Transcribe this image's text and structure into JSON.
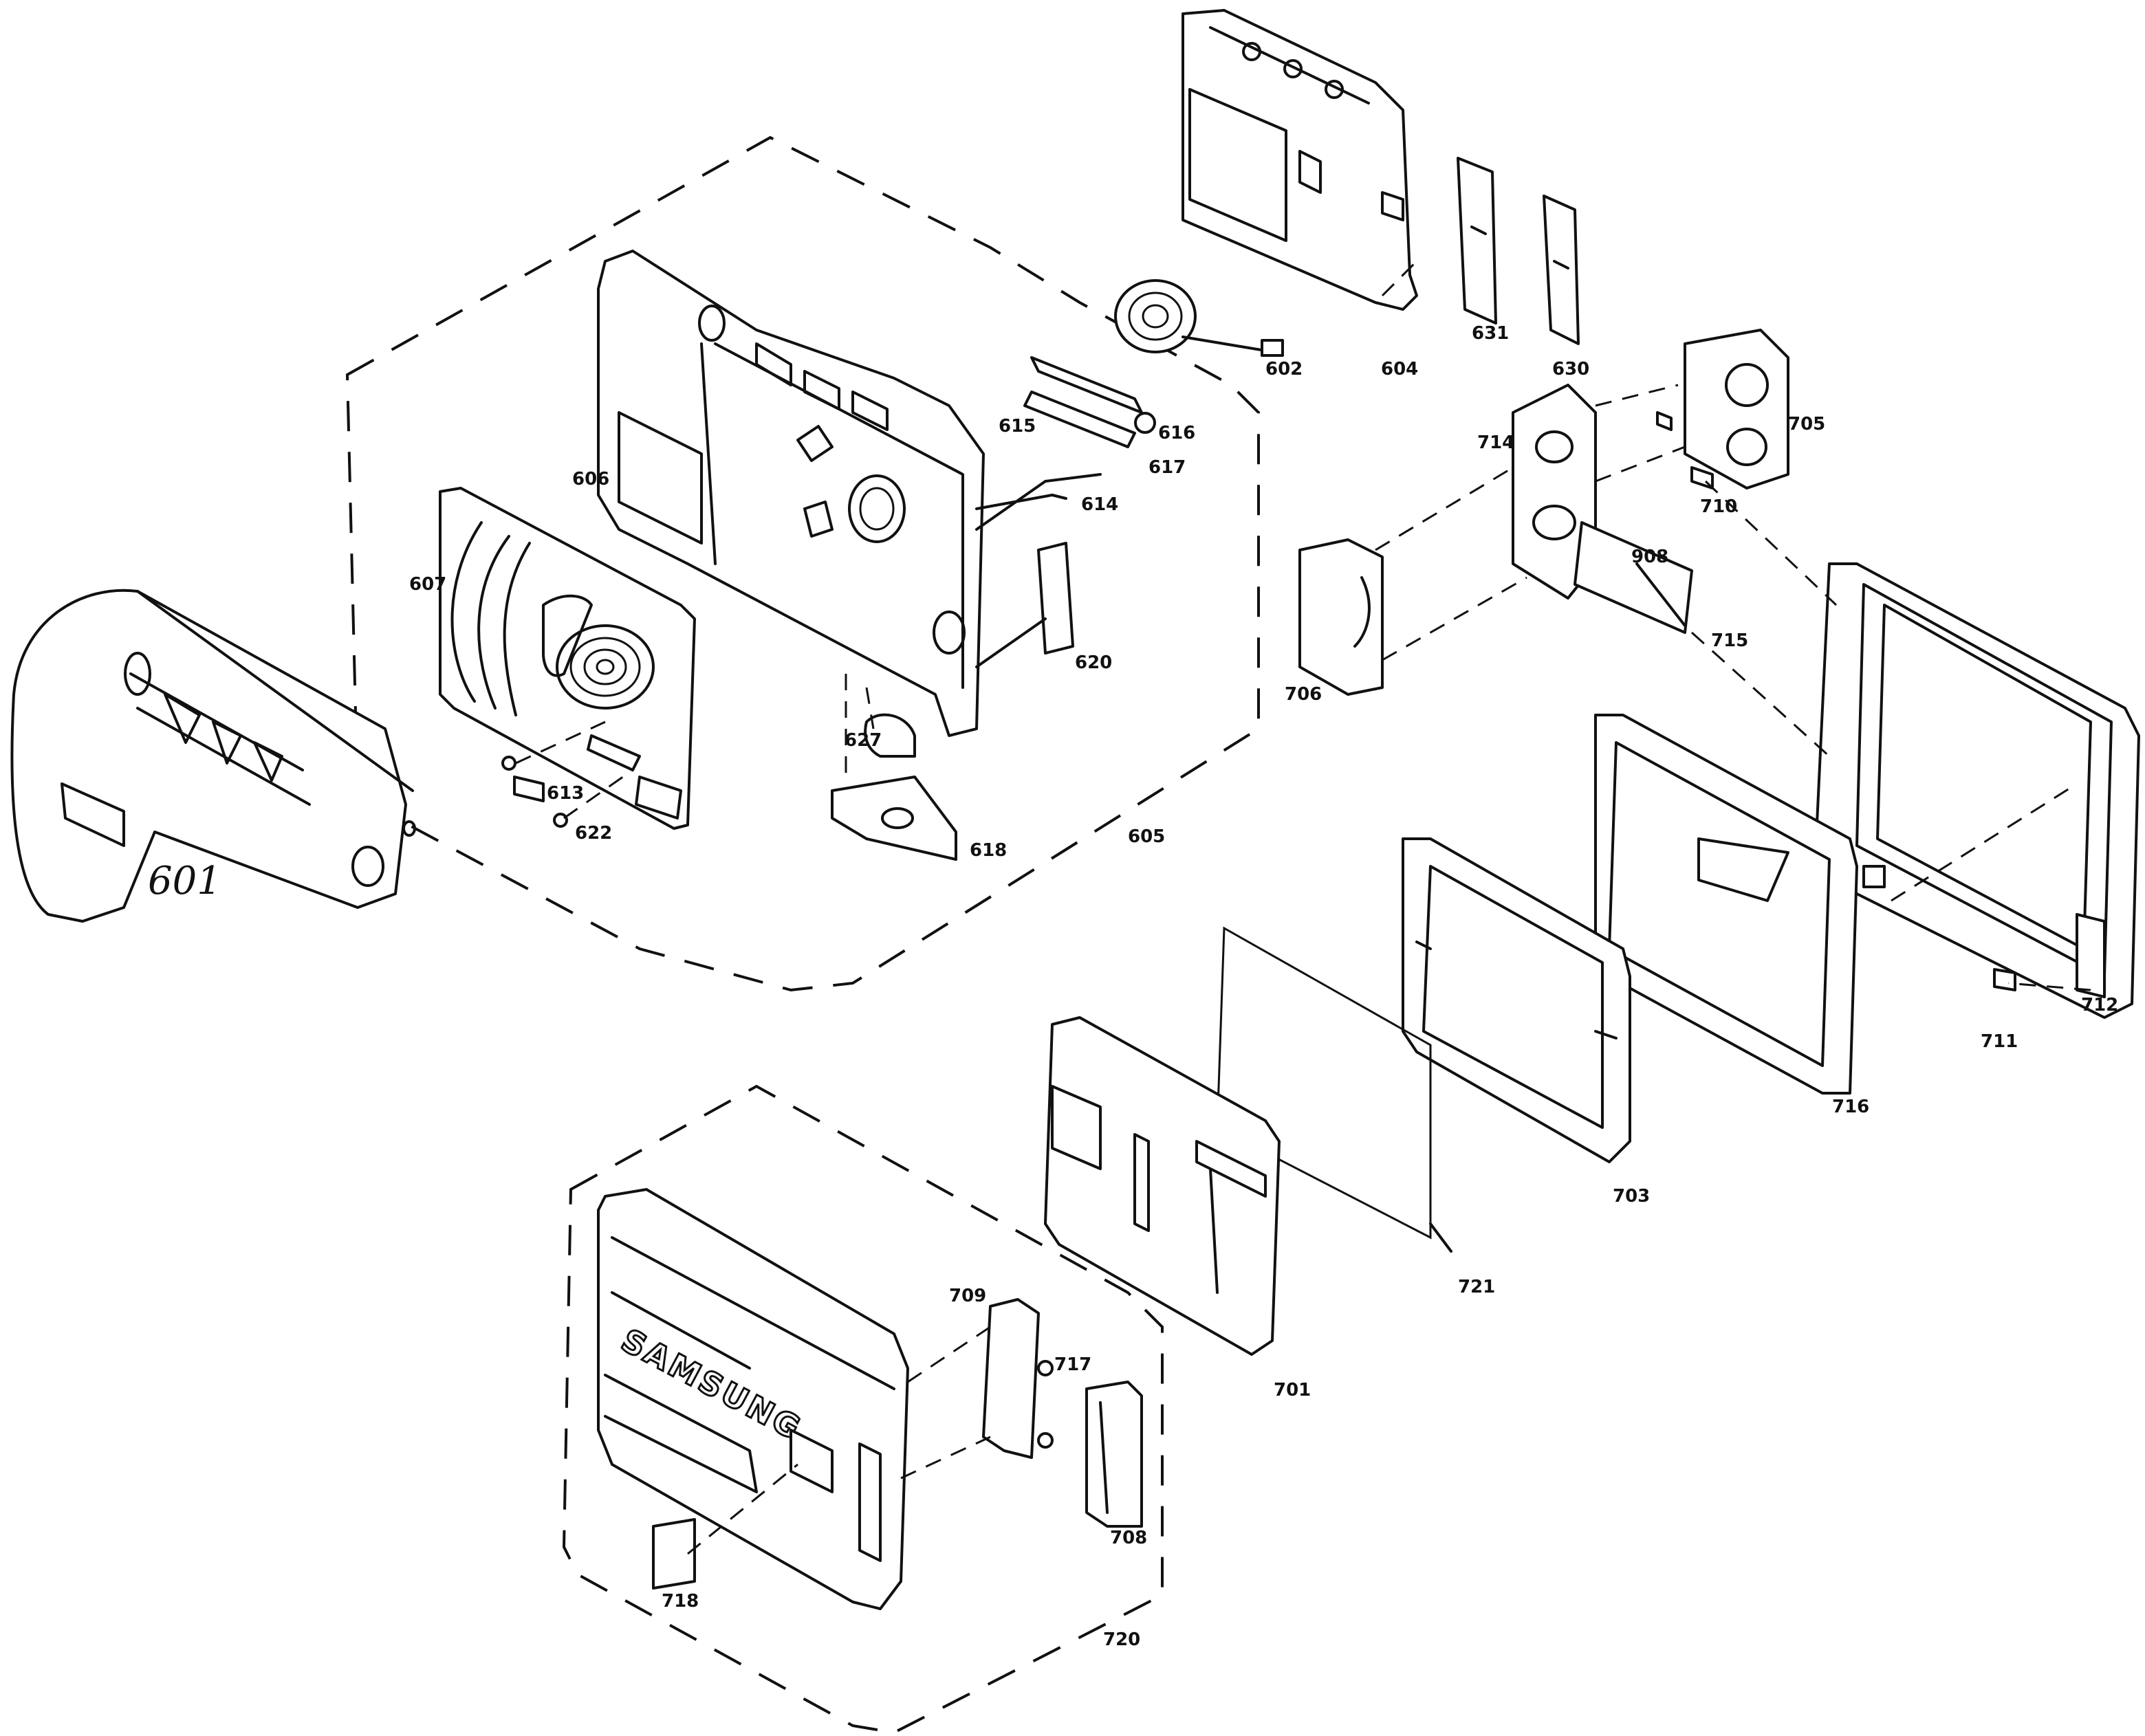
{
  "labels": {
    "l601": "601",
    "l602": "602",
    "l604": "604",
    "l605": "605",
    "l606": "606",
    "l607": "607",
    "l613": "613",
    "l614": "614",
    "l615": "615",
    "l616": "616",
    "l617": "617",
    "l618": "618",
    "l620": "620",
    "l622": "622",
    "l627": "627",
    "l630": "630",
    "l631": "631",
    "l701": "701",
    "l703": "703",
    "l705": "705",
    "l706": "706",
    "l708": "708",
    "l709": "709",
    "l710": "710",
    "l711": "711",
    "l712": "712",
    "l714": "714",
    "l715": "715",
    "l716": "716",
    "l717": "717",
    "l718": "718",
    "l720": "720",
    "l721": "721",
    "l908": "908"
  },
  "brand": {
    "logo": "SAMSUNG"
  },
  "icons": {
    "speaker_grille": "speaker-grille-icon",
    "screw": "screw-icon"
  }
}
